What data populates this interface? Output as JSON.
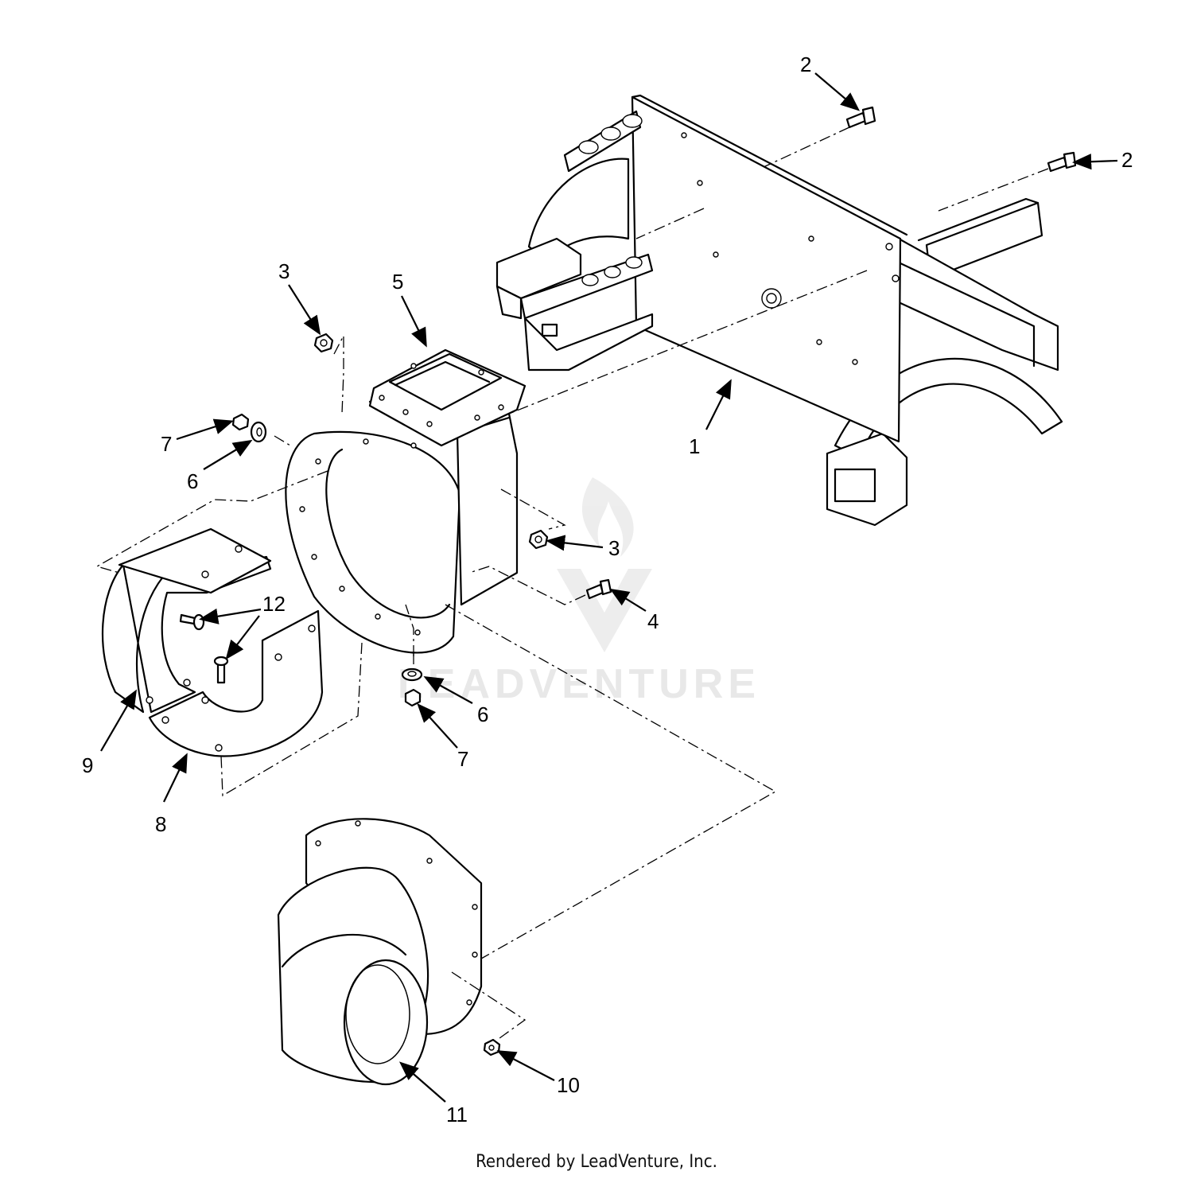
{
  "diagram": {
    "watermark_text": "LEADVENTURE",
    "callouts": [
      {
        "id": "c1",
        "label": "1"
      },
      {
        "id": "c2a",
        "label": "2"
      },
      {
        "id": "c2b",
        "label": "2"
      },
      {
        "id": "c3a",
        "label": "3"
      },
      {
        "id": "c3b",
        "label": "3"
      },
      {
        "id": "c4",
        "label": "4"
      },
      {
        "id": "c5",
        "label": "5"
      },
      {
        "id": "c6a",
        "label": "6"
      },
      {
        "id": "c6b",
        "label": "6"
      },
      {
        "id": "c7a",
        "label": "7"
      },
      {
        "id": "c7b",
        "label": "7"
      },
      {
        "id": "c8",
        "label": "8"
      },
      {
        "id": "c9",
        "label": "9"
      },
      {
        "id": "c10",
        "label": "10"
      },
      {
        "id": "c11",
        "label": "11"
      },
      {
        "id": "c12",
        "label": "12"
      }
    ]
  },
  "footer": {
    "text": "Rendered by LeadVenture, Inc."
  }
}
